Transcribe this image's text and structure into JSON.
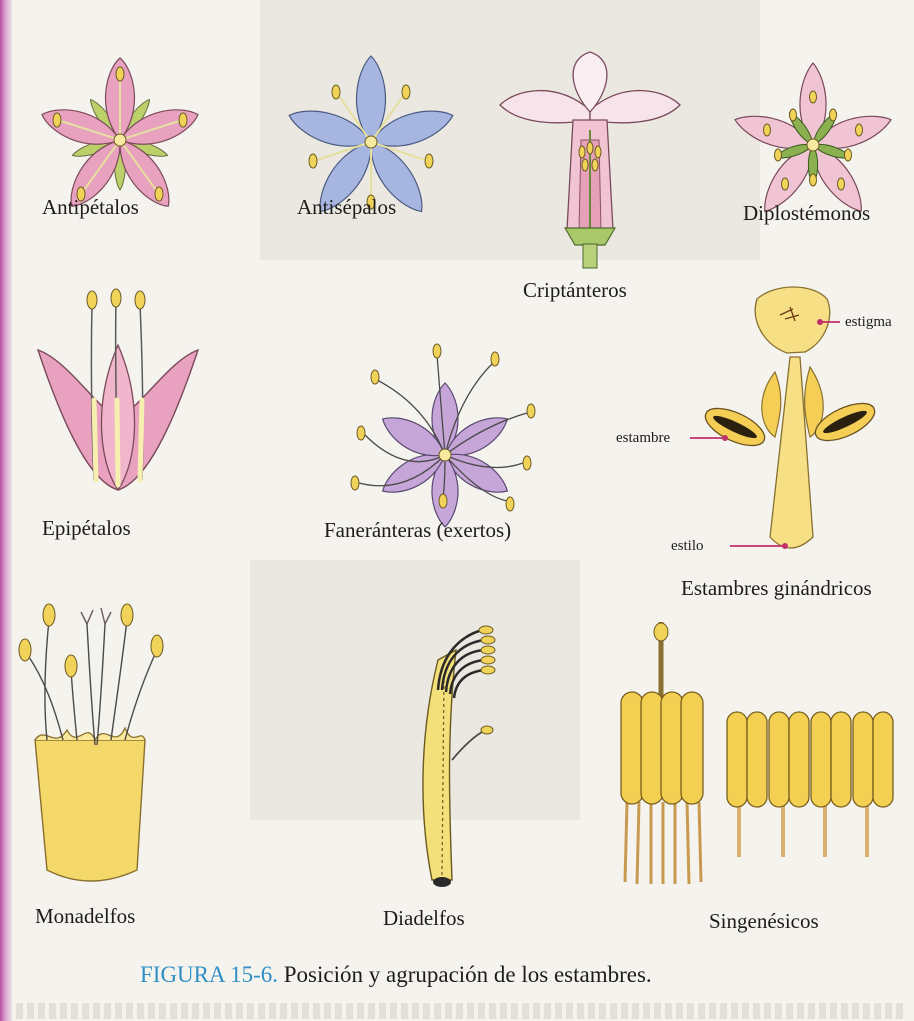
{
  "panels": {
    "antipetalos": "Antipétalos",
    "antisepalos": "Antisépalos",
    "criptanteros": "Criptánteros",
    "diplostemonos": "Diplostémonos",
    "epipetalos": "Epipétalos",
    "faneranteras": "Faneránteras (exertos)",
    "ginandricos": "Estambres ginándricos",
    "monadelfos": "Monadelfos",
    "diadelfos": "Diadelfos",
    "singenesicos": "Singenésicos"
  },
  "callouts": {
    "estigma": "estigma",
    "estambre": "estambre",
    "estilo": "estilo"
  },
  "caption": {
    "figure": "FIGURA 15-6.",
    "text": "Posición y agrupación de los estambres."
  },
  "colors": {
    "pink_petal": "#e8a1bf",
    "blue_petal": "#a6b6e0",
    "violet_petal": "#c6a5d8",
    "anther_yellow": "#f2d35a",
    "caption_blue": "#2f8fc4"
  }
}
